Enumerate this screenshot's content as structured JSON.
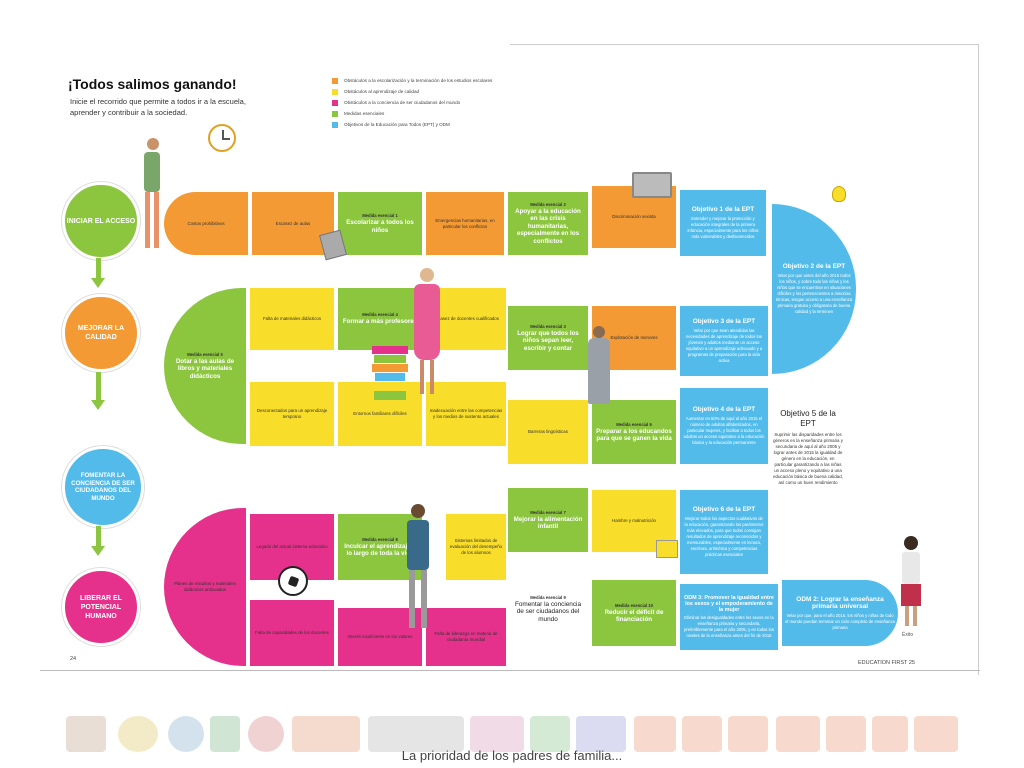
{
  "header": {
    "title": "¡Todos salimos ganando!",
    "subtitle_line1": "Inicie el recorrido que permite a todos ir a la escuela,",
    "subtitle_line2": "aprender y contribuir a la sociedad."
  },
  "legend": [
    {
      "text": "Obstáculos a la escolarización y la terminación de los estudios escolares",
      "color": "#f39a34"
    },
    {
      "text": "Obstáculos al aprendizaje de calidad",
      "color": "#f8dd2a"
    },
    {
      "text": "Obstáculos a la conciencia de ser ciudadanos del mundo",
      "color": "#e6318c"
    },
    {
      "text": "Medidas esenciales",
      "color": "#8cc63f"
    },
    {
      "text": "Objetivos de la Educación para Todos (EPT) y ODM",
      "color": "#52bbea"
    }
  ],
  "circles": {
    "start": "INICIAR EL ACCESO",
    "quality": "MEJORAR LA CALIDAD",
    "citizenship": "FOMENTAR LA CONCIENCIA DE SER CIUDADANOS DEL MUNDO",
    "potential": "LIBERAR EL POTENCIAL HUMANO"
  },
  "row1": {
    "t1": "Costos prohibitivos",
    "t2": "Escasez de aulas",
    "t3_head": "Medida esencial 1",
    "t3": "Escolarizar a todos los niños",
    "t4": "Emergencias humanitarias, en particular los conflictos",
    "t5_head": "Medida esencial 2",
    "t5": "Apoyar a la educación en las crisis humanitarias, especialmente en los conflictos",
    "t6": "Discriminación sexista",
    "obj1_head": "Objetivo 1 de la EPT",
    "obj1": "Extender y mejorar la protección y educación integrales de la primera infancia, especialmente para los niños más vulnerables y desfavorecidos",
    "obj2_head": "Objetivo 2 de la EPT",
    "obj2": "Velar por que antes del año 2015 todos los niños, y sobre todo las niñas y los niños que se encuentran en situaciones difíciles y los pertenecientes a minorías étnicas, tengan acceso a una enseñanza primaria gratuita y obligatoria de buena calidad y la terminen"
  },
  "row2": {
    "t1": "Falta de materiales didácticos",
    "t2_head": "Medida esencial 4",
    "t2": "Formar a más profesores",
    "t3": "Escasez de docentes cualificados",
    "t4_head": "Medida esencial 3",
    "t4": "Lograr que todos los niños sepan leer, escribir y contar",
    "t5": "Explotación de menores",
    "obj3_head": "Objetivo 3 de la EPT",
    "obj3": "Velar por que sean atendidas las necesidades de aprendizaje de todos los jóvenes y adultos mediante un acceso equitativo a un aprendizaje adecuado y a programas de preparación para la vida activa",
    "curve_head": "Medida esencial 5",
    "curve": "Dotar a las aulas de libros y materiales didácticos"
  },
  "row3": {
    "t1": "Desconectados para un aprendizaje temprano",
    "t2": "Entornos familiares difíciles",
    "t3": "Inadecuación entre las competencias y los medios de sustento actuales",
    "t4": "Barreras lingüísticas",
    "t5_head": "Medida esencial 6",
    "t5": "Preparar a los educandos para que se ganen la vida",
    "obj4_head": "Objetivo 4 de la EPT",
    "obj4": "Aumentar en 50% de aquí al año 2015 el número de adultos alfabetizados, en particular mujeres, y facilitar a todos los adultos un acceso equitativo a la educación básica y la educación permanente",
    "obj5_head": "Objetivo 5 de la EPT",
    "obj5": "Suprimir las disparidades entre los géneros en la enseñanza primaria y secundaria de aquí al año 2005 y lograr antes de 2015 la igualdad de género en la educación, en particular garantizando a las niñas un acceso pleno y equitativo a una educación básica de buena calidad, así como un buen rendimiento"
  },
  "row4": {
    "t1": "Legado del actual sistema educativo",
    "t2_head": "Medida esencial 8",
    "t2": "Inculcar el aprendizaje a lo largo de toda la vida",
    "t3": "Sistemas limitados de evaluación del desempeño de los alumnos",
    "t4_head": "Medida esencial 7",
    "t4": "Mejorar la alimentación infantil",
    "t5": "Hambre y malnutrición",
    "obj6_head": "Objetivo 6 de la EPT",
    "obj6": "Mejorar todos los aspectos cualitativos de la educación, garantizando los parámetros más elevados, para que todos consigan resultados de aprendizaje reconocidos y mensurables, especialmente en lectura, escritura, aritmética y competencias prácticas esenciales",
    "curve": "Planes de estudios y materiales didácticos anticuados"
  },
  "row5": {
    "t1": "Falta de capacidades de los docentes",
    "t2": "Interés insuficiente en los valores",
    "t3": "Falta de liderazgo en materia de ciudadanía mundial",
    "m9_head": "Medida esencial 9",
    "m9": "Fomentar la conciencia de ser ciudadanos del mundo",
    "m10_head": "Medida esencial 10",
    "m10": "Reducir el déficit de financiación",
    "odm3_head": "ODM 3: Promover la igualdad entre los sexos y el empoderamiento de la mujer",
    "odm3": "Eliminar las desigualdades entre los sexos en la enseñanza primaria y secundaria, preferiblemente para el año 2005, y en todos los niveles de la enseñanza antes del fin de 2015",
    "odm2_head": "ODM 2: Lograr la enseñanza primaria universal",
    "odm2": "Velar por que, para el año 2015, los niños y niñas de todo el mundo puedan terminar un ciclo completo de enseñanza primaria",
    "exit": "Éxito"
  },
  "footer": {
    "page_left": "24",
    "page_right": "EDUCATION FIRST    25",
    "caption": "La prioridad de los padres de familia..."
  },
  "colors": {
    "orange": "#f39a34",
    "yellow": "#f8dd2a",
    "green": "#8cc63f",
    "pink": "#e6318c",
    "blue": "#52bbea"
  }
}
